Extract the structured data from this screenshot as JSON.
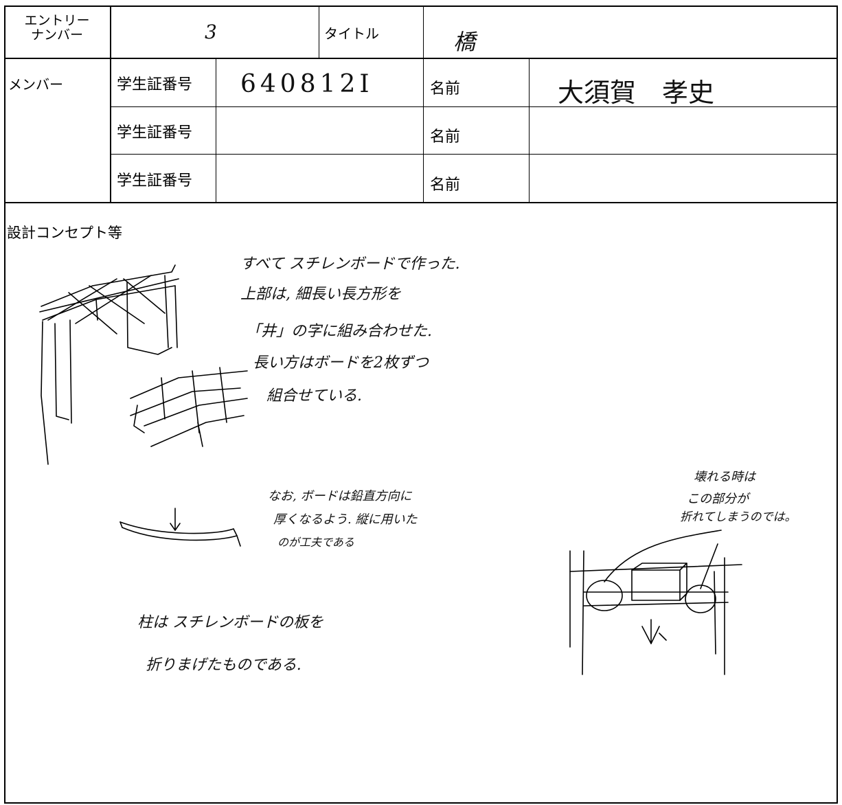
{
  "header": {
    "entry_label_1": "エントリー",
    "entry_label_2": "ナンバー",
    "entry_value": "3",
    "title_label": "タイトル",
    "title_value": "橋"
  },
  "members": {
    "label": "メンバー",
    "rows": [
      {
        "id_label": "学生証番号",
        "id_value": "640812I",
        "name_label": "名前",
        "name_value": "大須賀　孝史"
      },
      {
        "id_label": "学生証番号",
        "id_value": "",
        "name_label": "名前",
        "name_value": ""
      },
      {
        "id_label": "学生証番号",
        "id_value": "",
        "name_label": "名前",
        "name_value": ""
      }
    ]
  },
  "concept": {
    "label": "設計コンセプト等",
    "notes_top": [
      "すべて スチレンボードで作った.",
      "上部は, 細長い長方形を",
      "「井」の字に組み合わせた.",
      "長い方はボードを2枚ずつ",
      "組合せている."
    ],
    "notes_middle": [
      "なお, ボードは鉛直方向に",
      "厚くなるよう. 縦に用いた",
      "のが工夫である"
    ],
    "notes_right": [
      "壊れる時は",
      "この部分が",
      "折れてしまうのでは。"
    ],
    "notes_bottom": [
      "柱は スチレンボードの板を",
      "折りまげたものである."
    ]
  }
}
